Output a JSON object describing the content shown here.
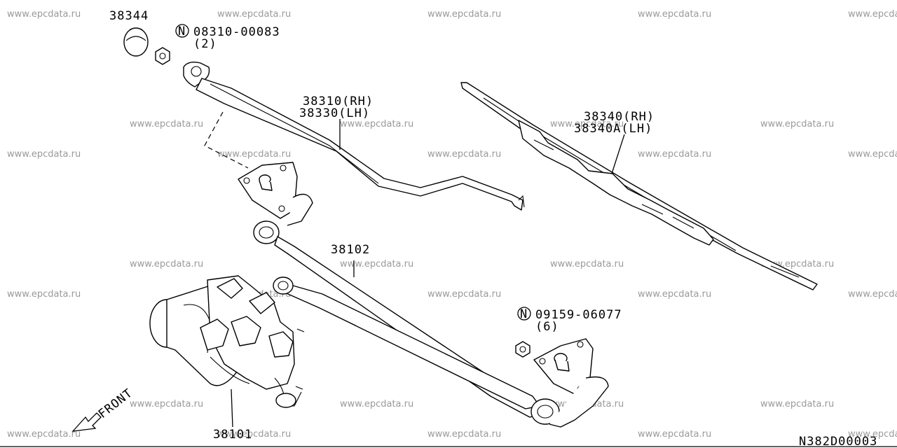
{
  "watermark": "www.epcdata.ru",
  "diagram_code": "N382D00003",
  "front_label": "FRONT",
  "parts": {
    "cap": "38344",
    "nut_top_number": "08310-00083",
    "nut_top_qty": "(2)",
    "arm_rh": "38310(RH)",
    "arm_lh": "38330(LH)",
    "blade_rh": "38340(RH)",
    "blade_lh": "38340A(LH)",
    "linkage": "38102",
    "bolt_number": "09159-06077",
    "bolt_qty": "(6)",
    "motor": "38101"
  },
  "n_marker": "N"
}
